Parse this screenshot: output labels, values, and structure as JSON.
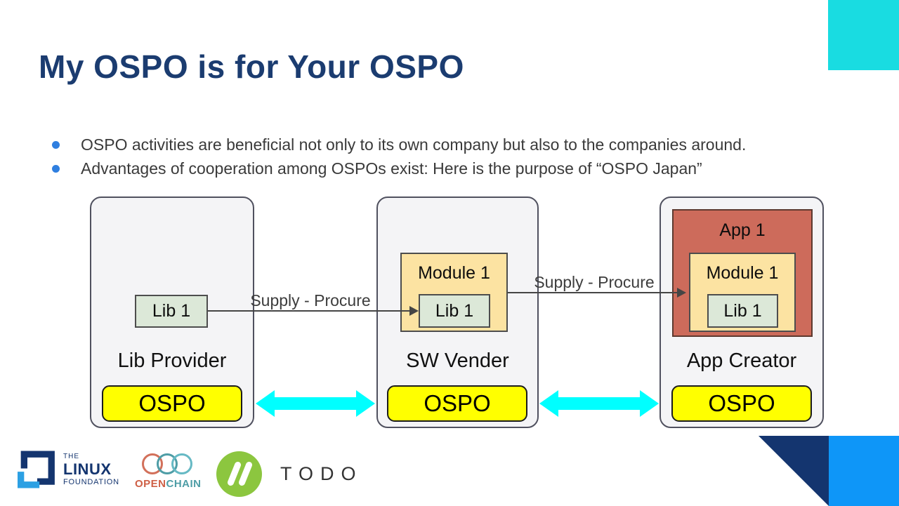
{
  "slide": {
    "title": "My OSPO is for Your OSPO",
    "bullets": [
      "OSPO activities are beneficial not only to its own company but also to the companies around.",
      "Advantages of cooperation among OSPOs exist: Here is the purpose of “OSPO Japan”"
    ]
  },
  "diagram": {
    "organizations": [
      {
        "name": "Lib Provider",
        "ospo": "OSPO",
        "lib": "Lib 1"
      },
      {
        "name": "SW Vender",
        "ospo": "OSPO",
        "module": "Module 1",
        "lib": "Lib 1"
      },
      {
        "name": "App Creator",
        "ospo": "OSPO",
        "app": "App 1",
        "module": "Module 1",
        "lib": "Lib 1"
      }
    ],
    "flows": [
      {
        "label": "Supply - Procure"
      },
      {
        "label": "Supply - Procure"
      }
    ]
  },
  "footer": {
    "linux_foundation": {
      "line1": "THE",
      "line2": "LINUX",
      "line3": "FOUNDATION"
    },
    "openchain": {
      "part1": "OPEN",
      "part2": "CHAIN"
    },
    "todo": {
      "label": "TODO"
    }
  },
  "colors": {
    "title_navy": "#1b3c70",
    "bullet_blue": "#2f7fe0",
    "ospo_yellow": "#ffff00",
    "lib_green": "#dce8d8",
    "module_tan": "#fce3a2",
    "app_red": "#cd6b5b",
    "arrow_cyan": "#00ffff",
    "corner_teal": "#19dce1",
    "corner_blue": "#0e96f8",
    "corner_navy": "#14356f"
  }
}
